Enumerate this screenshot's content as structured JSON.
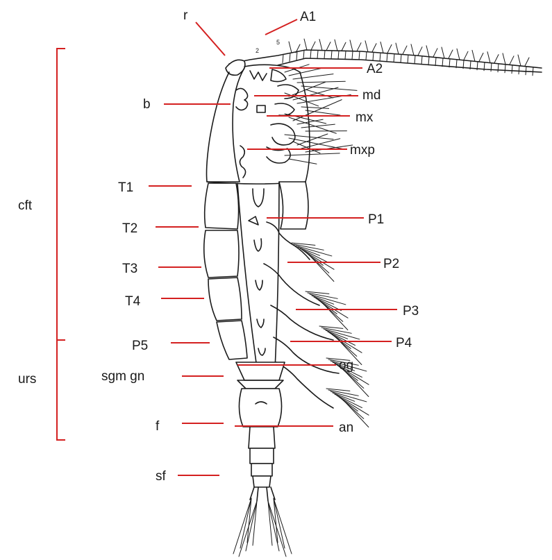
{
  "labels": {
    "r": "r",
    "A1": "A1",
    "A2": "A2",
    "md": "md",
    "mx": "mx",
    "mxp": "mxp",
    "b": "b",
    "cft": "cft",
    "urs": "urs",
    "T1": "T1",
    "T2": "T2",
    "T3": "T3",
    "T4": "T4",
    "P1": "P1",
    "P2": "P2",
    "P3": "P3",
    "P4": "P4",
    "P5": "P5",
    "og": "og",
    "sgm_gn": "sgm gn",
    "f": "f",
    "an": "an",
    "sf": "sf"
  },
  "segment_marks": [
    "2",
    "5"
  ],
  "colors": {
    "leader_lines": "#d42020",
    "ink": "#1a1a1a"
  }
}
